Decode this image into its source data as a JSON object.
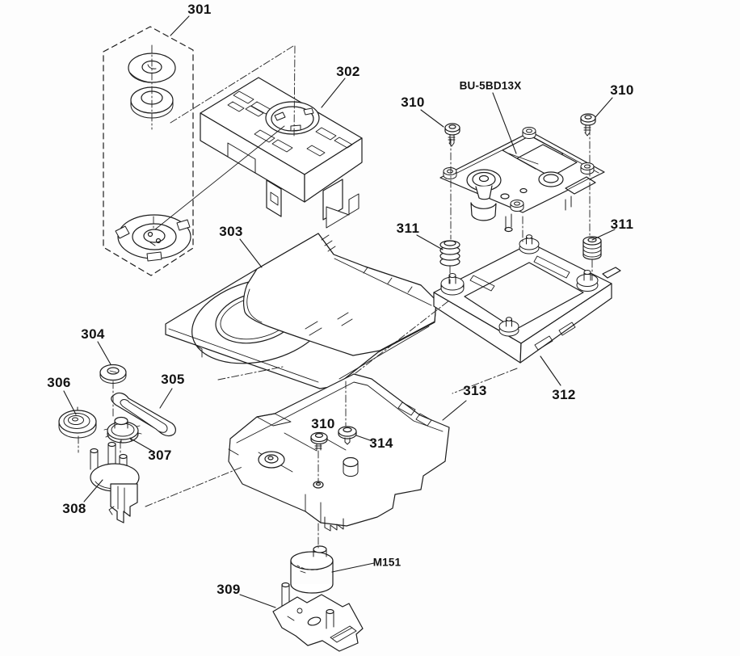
{
  "style": {
    "ink": "#1c1c1c",
    "background": "#fdfdfd"
  },
  "labels": {
    "301": "301",
    "302": "302",
    "303": "303",
    "304": "304",
    "305": "305",
    "306": "306",
    "307": "307",
    "308": "308",
    "309": "309",
    "310": "310",
    "311": "311",
    "312": "312",
    "313": "313",
    "314": "314",
    "bu_model": "BU-5BD13X",
    "motor": "M151"
  }
}
